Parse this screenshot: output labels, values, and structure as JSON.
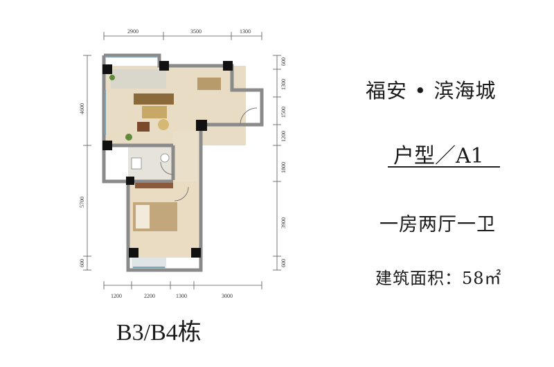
{
  "project_title": "福安 • 滨海城",
  "unit_type": "户型／A1",
  "layout": "一房两厅一卫",
  "area": "建筑面积：58㎡",
  "building": "B3/B4栋",
  "dimensions": {
    "top": [
      "2900",
      "3500",
      "1300"
    ],
    "bottom": [
      "1200",
      "2200",
      "1300",
      "3000"
    ],
    "left": [
      "4600",
      "5700",
      "600"
    ],
    "right": [
      "600",
      "1300",
      "1500",
      "1200",
      "1800",
      "3900",
      "600"
    ]
  }
}
